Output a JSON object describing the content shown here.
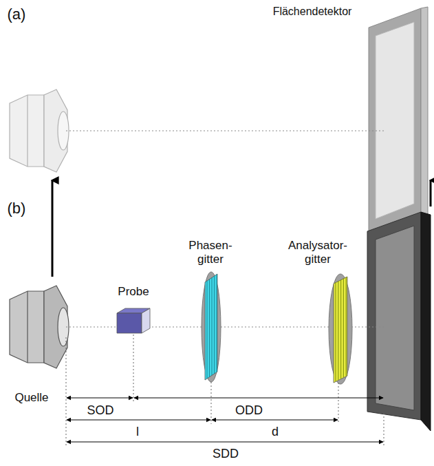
{
  "diagram": {
    "labels": [
      "(a)",
      "Flächendetektor",
      "(b)",
      "Probe",
      "Phasen- gitter",
      "Analysator- gitter",
      "Quelle",
      "SOD",
      "ODD",
      "l",
      "d",
      "SDD"
    ]
  }
}
